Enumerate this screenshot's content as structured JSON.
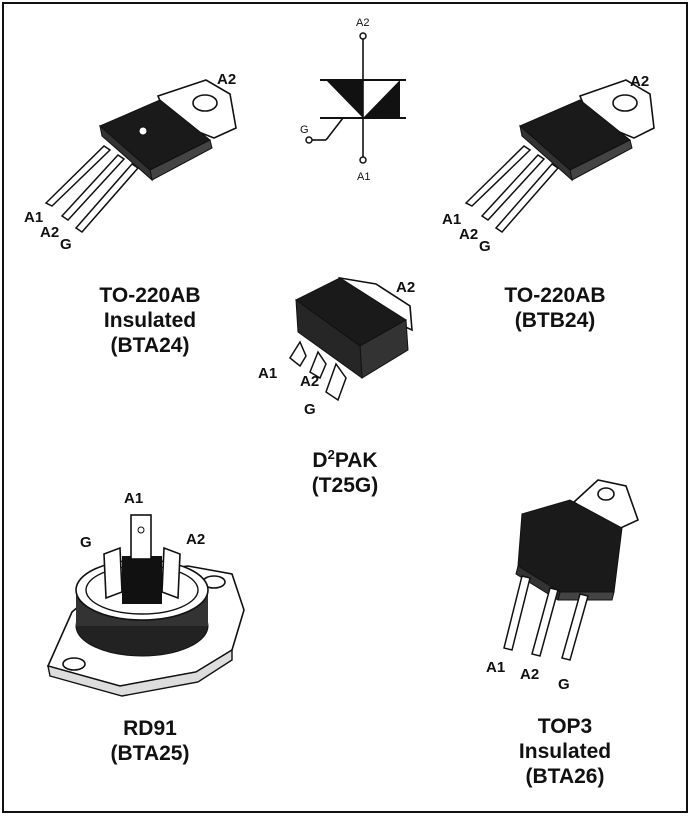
{
  "symbol": {
    "pins": {
      "a2": "A2",
      "g": "G",
      "a1": "A1"
    }
  },
  "packages": [
    {
      "id": "to220ab-ins",
      "lines": [
        "TO-220AB",
        "Insulated",
        "(BTA24)"
      ],
      "pins": {
        "a1": "A1",
        "a2": "A2",
        "g": "G",
        "tab": "A2"
      }
    },
    {
      "id": "to220ab",
      "lines": [
        "TO-220AB",
        "(BTB24)"
      ],
      "pins": {
        "a1": "A1",
        "a2": "A2",
        "g": "G",
        "tab": "A2"
      }
    },
    {
      "id": "d2pak",
      "name_main": "D",
      "name_sup": "2",
      "name_rest": "PAK",
      "lines": [
        "(T25G)"
      ],
      "pins": {
        "a1": "A1",
        "a2": "A2",
        "g": "G",
        "tab": "A2"
      }
    },
    {
      "id": "rd91",
      "lines": [
        "RD91",
        "(BTA25)"
      ],
      "pins": {
        "a1": "A1",
        "a2": "A2",
        "g": "G"
      }
    },
    {
      "id": "top3",
      "lines": [
        "TOP3",
        "Insulated",
        "(BTA26)"
      ],
      "pins": {
        "a1": "A1",
        "a2": "A2",
        "g": "G"
      }
    }
  ]
}
